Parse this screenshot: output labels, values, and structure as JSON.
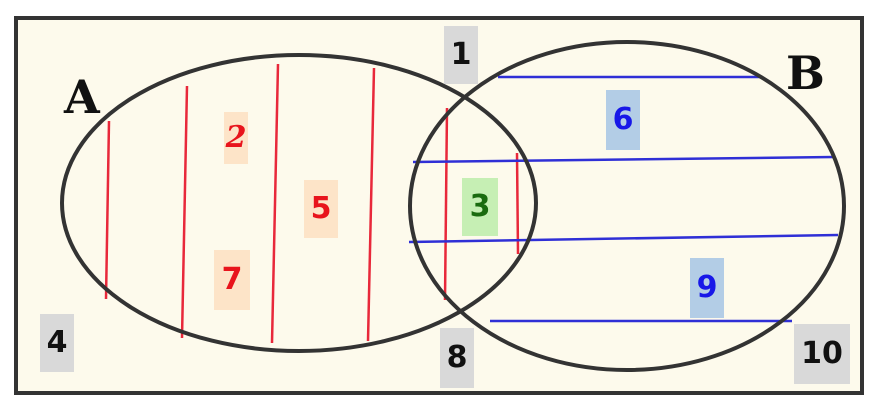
{
  "sets": {
    "a_label": "A",
    "b_label": "B"
  },
  "elements": {
    "universe": [
      {
        "key": "n1",
        "label": "1",
        "color": "#111111",
        "bg": "#d9d9d9"
      },
      {
        "key": "n4",
        "label": "4",
        "color": "#111111",
        "bg": "#d9d9d9"
      },
      {
        "key": "n8",
        "label": "8",
        "color": "#111111",
        "bg": "#d9d9d9"
      },
      {
        "key": "n10",
        "label": "10",
        "color": "#111111",
        "bg": "#d9d9d9"
      }
    ],
    "a_only": [
      {
        "key": "n2",
        "label": "2",
        "color": "#e8141c",
        "bg": "#fde4c8"
      },
      {
        "key": "n5",
        "label": "5",
        "color": "#e8141c",
        "bg": "#fde4c8"
      },
      {
        "key": "n7",
        "label": "7",
        "color": "#e8141c",
        "bg": "#fde4c8"
      }
    ],
    "intersection": [
      {
        "key": "n3",
        "label": "3",
        "color": "#1a6b0f",
        "bg": "#c6efb4"
      }
    ],
    "b_only": [
      {
        "key": "n6",
        "label": "6",
        "color": "#1717e8",
        "bg": "#b3cde6"
      },
      {
        "key": "n9",
        "label": "9",
        "color": "#1717e8",
        "bg": "#b3cde6"
      }
    ]
  },
  "colors": {
    "universe_fill": "#fdfaec",
    "outline": "#333333",
    "a_hatch": "#e8283a",
    "b_hatch": "#2f2fd6"
  }
}
